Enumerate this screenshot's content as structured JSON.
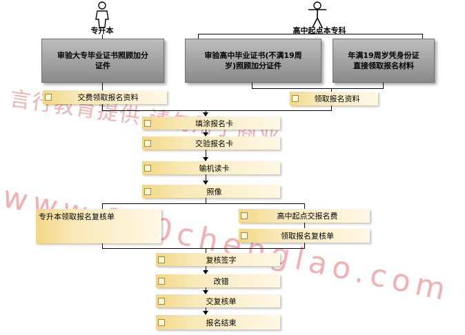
{
  "tracks": {
    "left_label": "专升本",
    "right_label": "高中起点本专科"
  },
  "boxes": {
    "review_bachelor": "审验大专毕业证书照顾加分证件",
    "review_highschool": "审验高中毕业证书(不满19周岁)照顾加分证件",
    "age19": "年满19周岁凭身份证直接领取报名材料"
  },
  "steps": {
    "pay_get_materials": "交费领取报名资料",
    "get_materials": "领取报名资料",
    "fill_card": "填涂报名卡",
    "submit_card": "交验报名卡",
    "input_card": "输机读卡",
    "photo": "照像",
    "bachelor_get_review": "专升本领取报名复核单",
    "hs_pay_fee": "高中起点交报名费",
    "get_review_sheet": "领取报名复核单",
    "review_sign": "复核签字",
    "correct": "改错",
    "submit_review": "交复核单",
    "end": "报名结束"
  },
  "watermarks": {
    "line1": "言行教育提供  请勿用于商业",
    "line2": "www.100chenglao.com"
  }
}
